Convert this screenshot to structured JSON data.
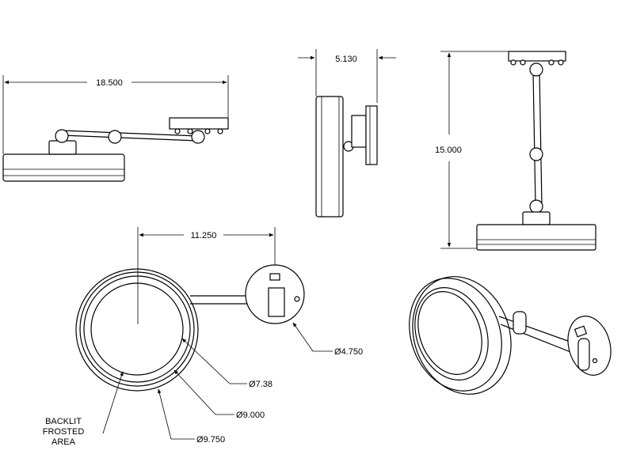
{
  "drawing": {
    "views": {
      "front": {
        "width_label": "18.500"
      },
      "side": {
        "depth_label": "5.130"
      },
      "right": {
        "height_label": "15.000"
      },
      "top": {
        "extension_label": "11.250",
        "callouts": {
          "backplate_diameter": {
            "symbol": "Ø",
            "value": "4.750"
          },
          "inner_diameter": {
            "symbol": "Ø",
            "value": "7.38"
          },
          "mirror_diameter": {
            "symbol": "Ø",
            "value": "9.000"
          },
          "outer_diameter": {
            "symbol": "Ø",
            "value": "9.750"
          },
          "note": {
            "line1": "BACKLIT",
            "line2": "FROSTED",
            "line3": "AREA"
          }
        }
      }
    },
    "colors": {
      "line": "#000000",
      "background": "#ffffff"
    }
  }
}
